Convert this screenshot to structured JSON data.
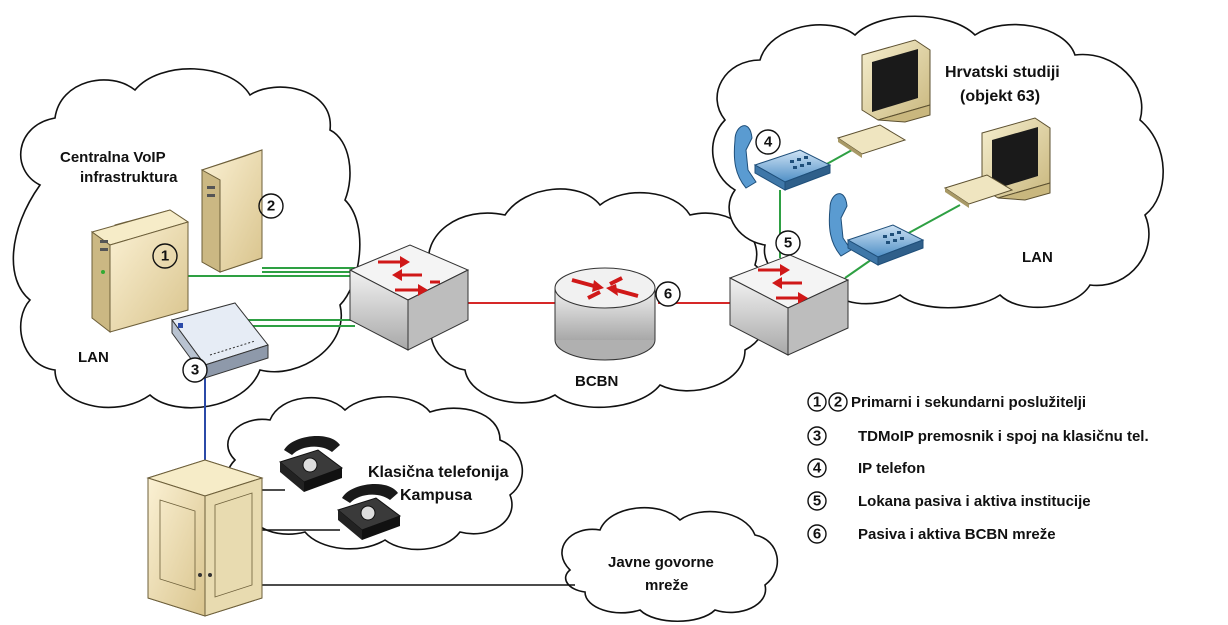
{
  "labels": {
    "central_title_line1": "Centralna VoIP",
    "central_title_line2": "infrastruktura",
    "lan_left": "LAN",
    "bcbn": "BCBN",
    "hrvatski_line1": "Hrvatski studiji",
    "hrvatski_line2": "(objekt 63)",
    "lan_right": "LAN",
    "klasicna_line1": "Klasična telefonija",
    "klasicna_line2": "Kampusa",
    "javne_line1": "Javne govorne",
    "javne_line2": "mreže"
  },
  "markers": {
    "m1": "1",
    "m2": "2",
    "m3": "3",
    "m4": "4",
    "m5": "5",
    "m6": "6"
  },
  "legend": [
    {
      "numbers": [
        "1",
        "2"
      ],
      "text": "Primarni i sekundarni poslužitelji"
    },
    {
      "numbers": [
        "3"
      ],
      "text": "TDMoIP premosnik i spoj na klasičnu tel."
    },
    {
      "numbers": [
        "4"
      ],
      "text": "IP telefon"
    },
    {
      "numbers": [
        "5"
      ],
      "text": "Lokana pasiva i aktiva institucije"
    },
    {
      "numbers": [
        "6"
      ],
      "text": "Pasiva i aktiva BCBN mreže"
    }
  ],
  "colors": {
    "lan_link": "#2ea043",
    "backbone_link": "#d62828",
    "tdm_link": "#2b4aa8",
    "pbx_link": "#111111",
    "server_beige": "#efe1b8",
    "switch_grey": "#d9d9d9",
    "arrow_red": "#d01818",
    "phone_blue": "#5a9bd1"
  },
  "icons": [
    "server-icon",
    "switch-icon",
    "router-icon",
    "ip-phone-icon",
    "pc-icon",
    "phone-icon",
    "pbx-icon",
    "tdmoip-bridge-icon",
    "cloud-icon"
  ]
}
